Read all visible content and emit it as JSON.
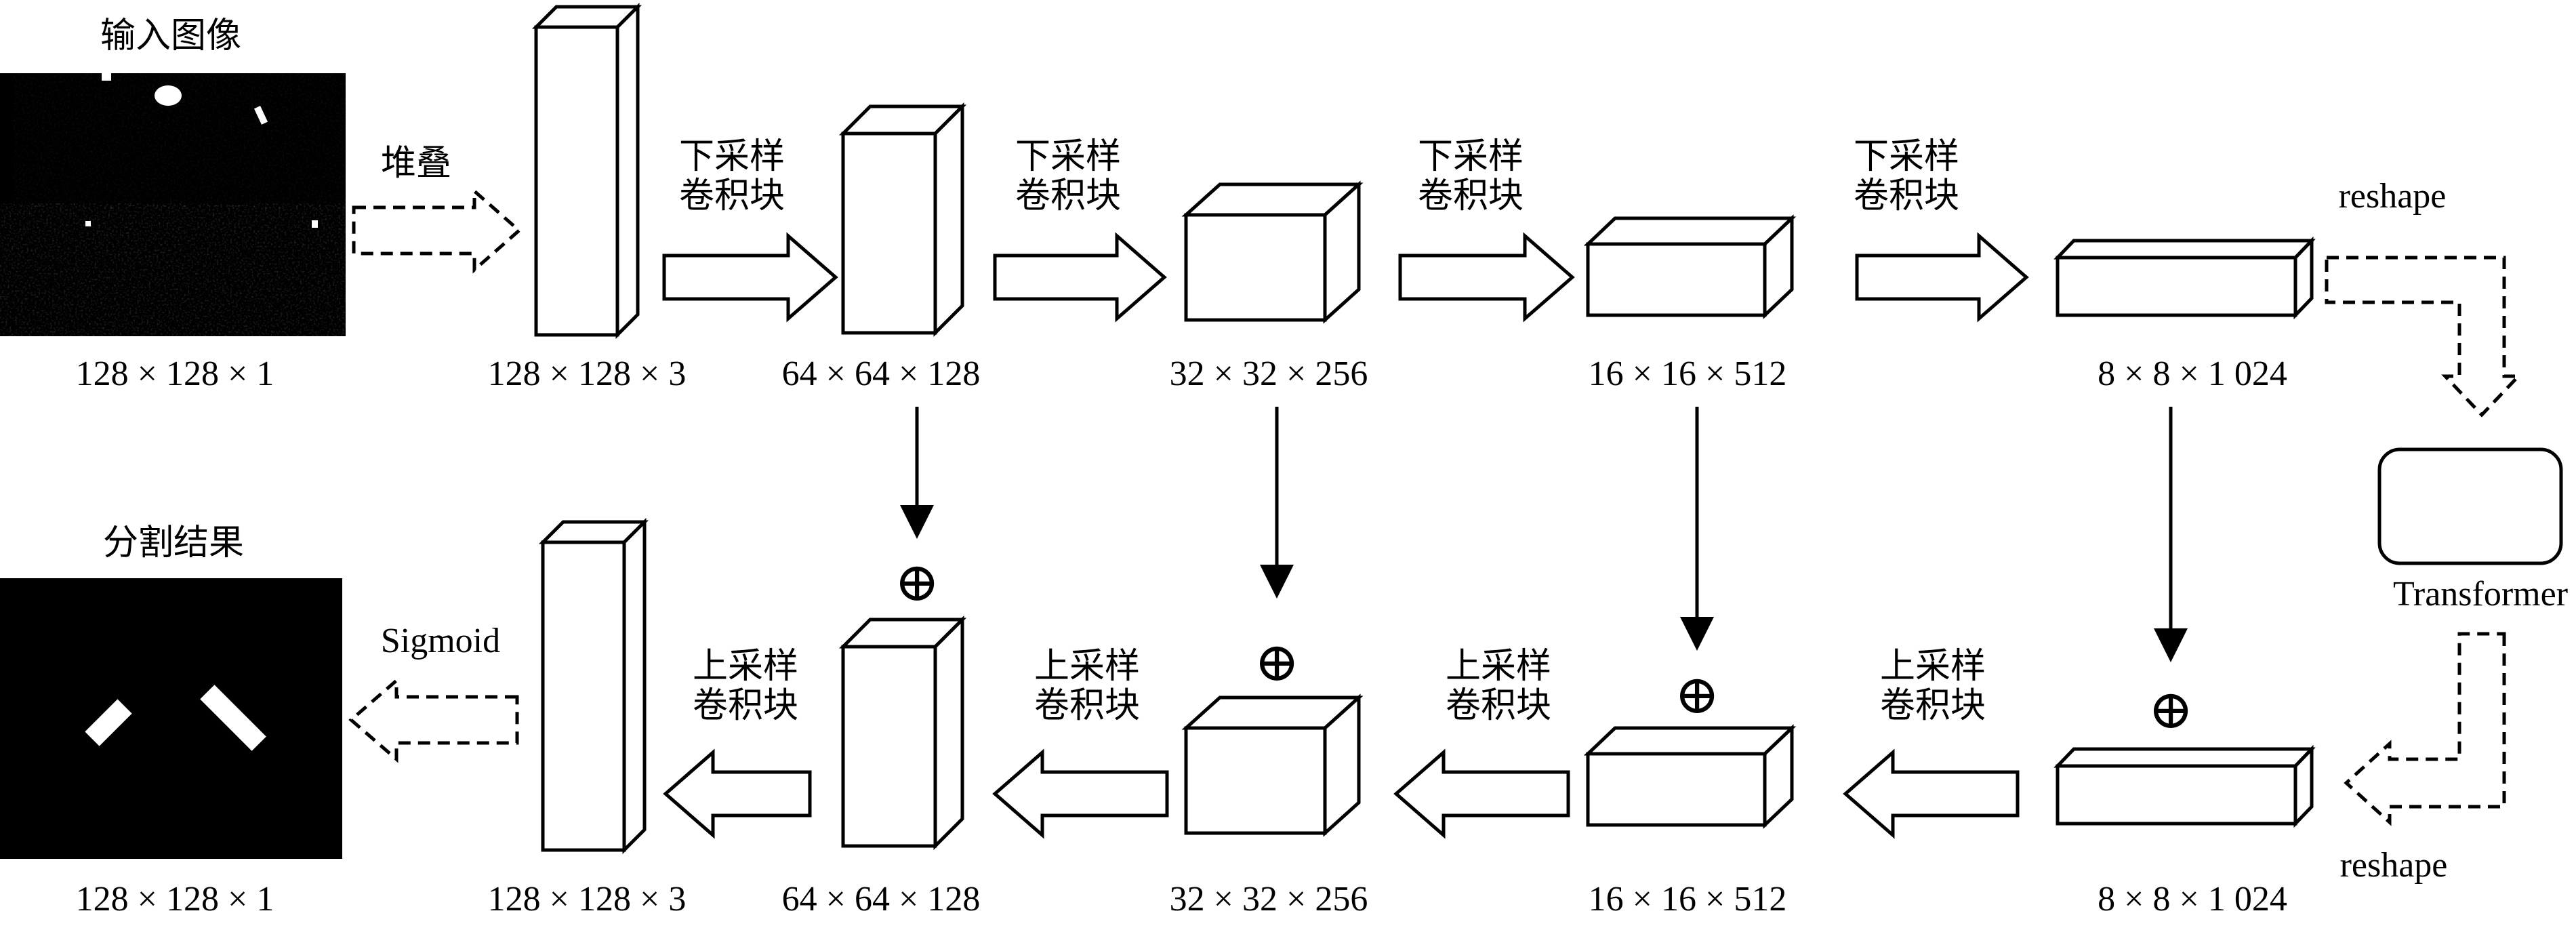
{
  "input_image": {
    "title": "输入图像",
    "dims": "128 × 128 × 1"
  },
  "output_image": {
    "title": "分割结果",
    "dims": "128 × 128 × 1"
  },
  "stack_label": "堆叠",
  "sigmoid_label": "Sigmoid",
  "reshape_top_label": "reshape",
  "reshape_bottom_label": "reshape",
  "transformer_label": "Transformer",
  "plus_symbol": "⊕",
  "encoder": {
    "blocks": [
      {
        "dims": "128 × 128 × 3"
      },
      {
        "dims": "64 × 64 × 128"
      },
      {
        "dims": "32 × 32 × 256"
      },
      {
        "dims": "16 × 16 × 512"
      },
      {
        "dims": "8 × 8 × 1 024"
      }
    ],
    "arrows": [
      {
        "line1": "下采样",
        "line2": "卷积块"
      },
      {
        "line1": "下采样",
        "line2": "卷积块"
      },
      {
        "line1": "下采样",
        "line2": "卷积块"
      },
      {
        "line1": "下采样",
        "line2": "卷积块"
      }
    ]
  },
  "decoder": {
    "blocks": [
      {
        "dims": "128 × 128 × 3"
      },
      {
        "dims": "64 × 64 × 128"
      },
      {
        "dims": "32 × 32 × 256"
      },
      {
        "dims": "16 × 16 × 512"
      },
      {
        "dims": "8 × 8 × 1 024"
      }
    ],
    "arrows": [
      {
        "line1": "上采样",
        "line2": "卷积块"
      },
      {
        "line1": "上采样",
        "line2": "卷积块"
      },
      {
        "line1": "上采样",
        "line2": "卷积块"
      },
      {
        "line1": "上采样",
        "line2": "卷积块"
      }
    ]
  }
}
